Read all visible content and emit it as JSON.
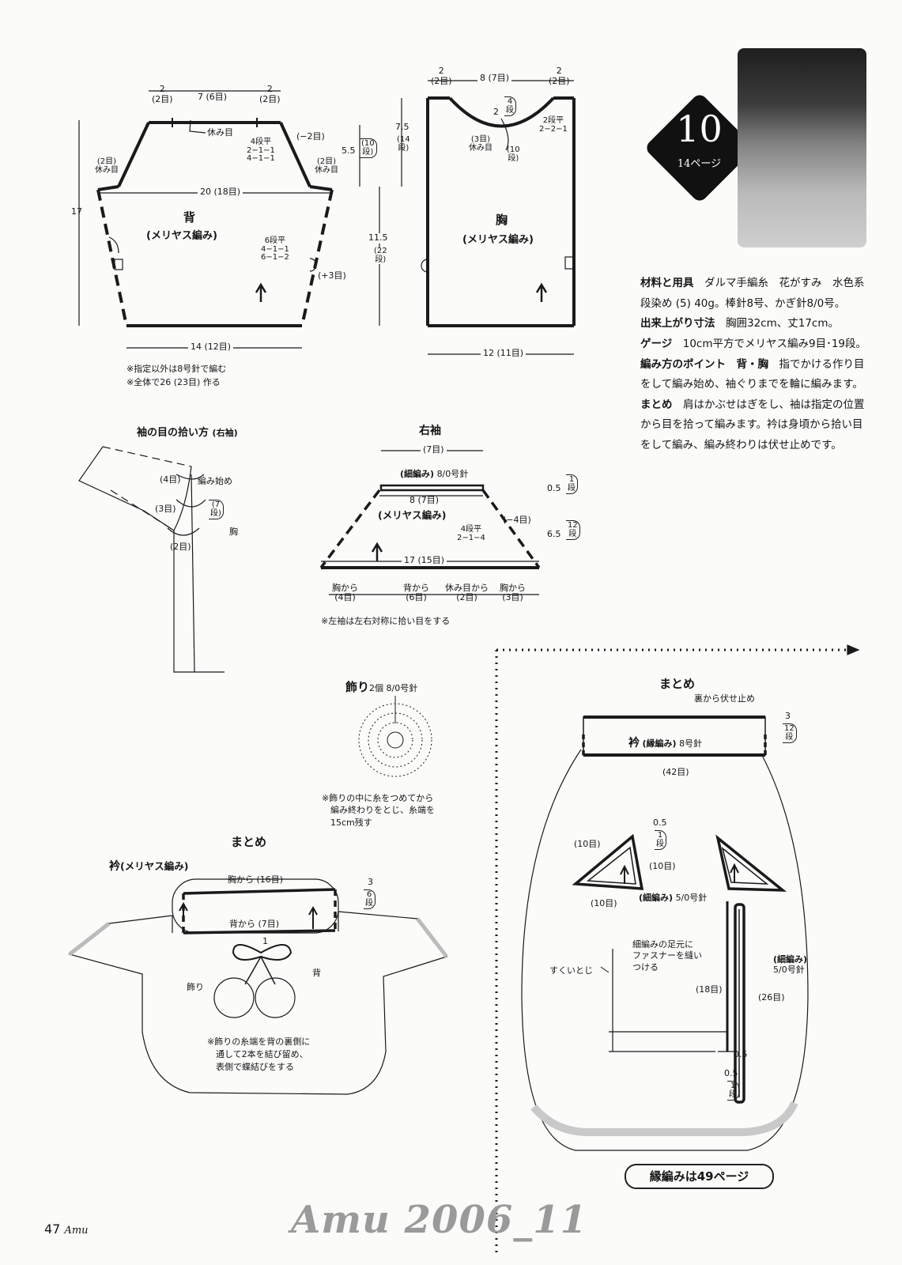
{
  "badge": {
    "number": "10",
    "page_ref": "14ページ"
  },
  "photo": {
    "subject": ""
  },
  "materials": {
    "items": [
      {
        "heading": "材料と用具",
        "text": "ダルマ手編糸　花がすみ　水色系段染め (5) 40g。棒針8号、かぎ針8/0号。"
      },
      {
        "heading": "出来上がり寸法",
        "text": "胸囲32cm、丈17cm。"
      },
      {
        "heading": "ゲージ",
        "text": "10cm平方でメリヤス編み9目･19段。"
      },
      {
        "heading": "編み方のポイント　背・胸",
        "text": "指でかける作り目をして編み始め、袖ぐりまでを輪に編みます。"
      },
      {
        "heading": "まとめ",
        "text": "肩はかぶせはぎをし、袖は指定の位置から目を拾って編みます。衿は身頃から拾い目をして編み、編み終わりは伏せ止めです。"
      }
    ]
  },
  "back": {
    "title": "背",
    "subtitle": "(メリヤス編み)",
    "top_left_1": "2",
    "top_left_2": "(2目)",
    "top_mid": "7 (6目)",
    "top_right_1": "2",
    "top_right_2": "(2目)",
    "rest_label": "休み目",
    "shoulder_dec": "4段平\n2−1−1\n4−1−1",
    "shoulder_dec_total": "(−2目)",
    "left_rest": "(2目)\n休み目",
    "right_rest": "(2目)\n休み目",
    "width_mid": "20 (18目)",
    "height": "17",
    "side_inc": "6段平\n4−1−1\n6−1−2",
    "side_inc_total": "(+3目)",
    "bottom": "14 (12目)",
    "note1": "※指定以外は8号針で編む",
    "note2": "※全体で26 (23目) 作る"
  },
  "front": {
    "title": "胸",
    "subtitle": "(メリヤス編み)",
    "top_left_1": "2",
    "top_left_2": "(2目)",
    "top_mid": "8 (7目)",
    "top_right_1": "2",
    "top_right_2": "(2目)",
    "neck_h": "2",
    "neck_rows": "4\n段",
    "neck_dec": "2段平\n2−2−1",
    "neck_rest": "(3目)\n休み目",
    "neck_rows2": "(10\n段)",
    "upper_h": "7.5",
    "upper_rows": "(14\n段)",
    "side_h": "5.5",
    "side_rows": "(10\n段)",
    "lower_h": "11.5",
    "lower_rows": "(22\n段)",
    "bottom": "12 (11目)"
  },
  "sleeve_pickup": {
    "title": "袖の目の拾い方",
    "title_sub": "(右袖)",
    "a": "(4目)",
    "b": "編み始め",
    "c": "(3目)",
    "d": "(7\n段)",
    "e": "胸",
    "f": "(2目)"
  },
  "right_sleeve": {
    "title": "右袖",
    "top": "(7目)",
    "edge": "(細編み)",
    "edge_needle": "8/0号針",
    "upper": "8 (7目)",
    "stitch": "(メリヤス編み)",
    "dec": "4段平\n2−1−4",
    "dec_total": "(−4目)",
    "bottom": "17 (15目)",
    "edge_h": "0.5",
    "edge_rows": "1\n段",
    "body_h": "6.5",
    "body_rows": "12\n段",
    "pick1a": "胸から",
    "pick1b": "(4目)",
    "pick2a": "背から",
    "pick2b": "(6目)",
    "pick3a": "休み目から",
    "pick3b": "(2目)",
    "pick4a": "胸から",
    "pick4b": "(3目)",
    "note": "※左袖は左右対称に拾い目をする"
  },
  "ornament": {
    "title": "飾り",
    "count": "2個",
    "needle": "8/0号針",
    "note": "※飾りの中に糸をつめてから\n　編み終わりをとじ、糸端を\n　15cm残す"
  },
  "finish_left": {
    "title": "まとめ",
    "collar": "衿",
    "collar_stitch": "(メリヤス編み)",
    "from_front": "胸から (16目)",
    "from_back": "背から (7目)",
    "collar_h": "3",
    "collar_rows": "6\n段",
    "one": "1",
    "back_label": "背",
    "ornament_label": "飾り",
    "note": "※飾りの糸端を背の裏側に\n　通して2本を結び留め、\n　表側で蝶結びをする"
  },
  "finish_right": {
    "title": "まとめ",
    "bind_off": "裏から伏せ止め",
    "collar": "衿",
    "collar_stitch": "(縁編み)",
    "collar_needle": "8号針",
    "collar_h": "3",
    "collar_rows": "12\n段",
    "collar_sts": "(42目)",
    "pocket_h": "0.5",
    "pocket_rows": "1\n段",
    "pocket_a": "(10目)",
    "pocket_b": "(10目)",
    "pocket_c": "(10目)",
    "pocket_edge": "(細編み)",
    "pocket_needle": "5/0号針",
    "zip_note": "細編みの足元に\nファスナーを縫い\nつける",
    "slip": "すくいとじ",
    "zip_edge": "(細編み)",
    "zip_needle": "5/0号針",
    "zip_left": "(18目)",
    "zip_right": "(26目)",
    "bottom_h": "0.5",
    "bottom_rows": "1\n段",
    "bottom_h2": "0.5"
  },
  "border_ref": "縁編みは49ページ",
  "footer": {
    "page": "47",
    "mag": "Amu",
    "brand": "Amu 2006_11"
  }
}
